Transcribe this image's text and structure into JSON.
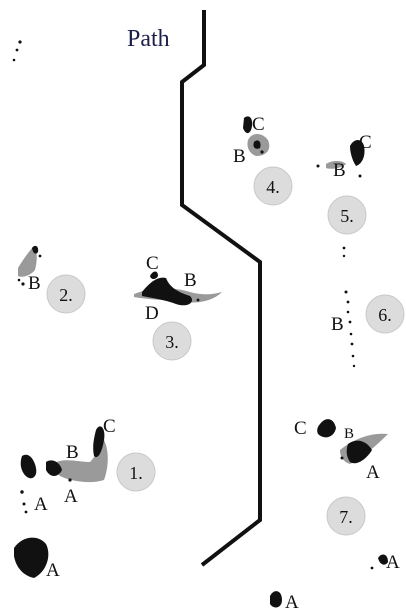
{
  "diagram": {
    "path_label": "Path",
    "colors": {
      "path": "#111111",
      "title": "#1c1f4a",
      "dark_blob": "#111111",
      "grey_blob": "#9a9a9a",
      "badge_fill": "#dcdcdc",
      "badge_stroke": "#c8c8c8",
      "text": "#111111"
    },
    "badges": [
      "1.",
      "2.",
      "3.",
      "4.",
      "5.",
      "6.",
      "7."
    ],
    "letters": [
      "A",
      "A",
      "B",
      "C",
      "B",
      "C",
      "B",
      "D",
      "C",
      "B",
      "C",
      "B",
      "B",
      "C",
      "B",
      "A",
      "A",
      "A",
      "A"
    ]
  }
}
